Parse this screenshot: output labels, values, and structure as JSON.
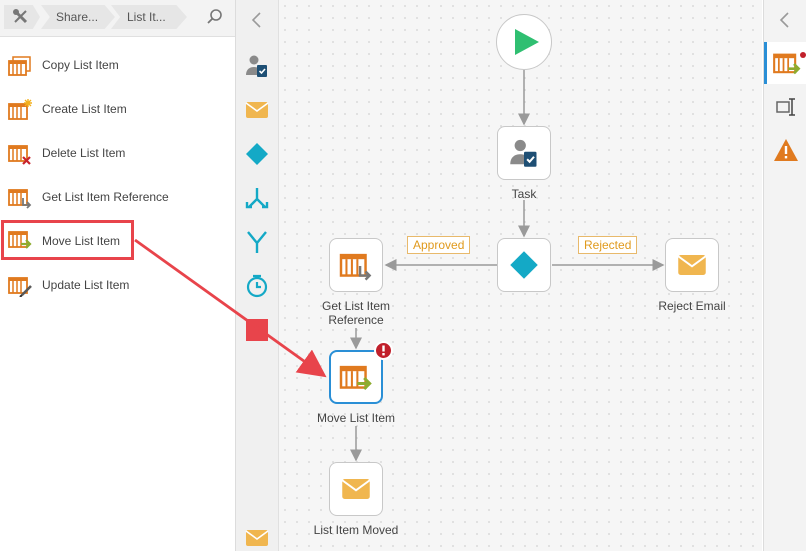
{
  "breadcrumb": {
    "segments": [
      "Share...",
      "List It..."
    ]
  },
  "actions_panel": {
    "items": [
      {
        "label": "Copy List Item",
        "icon": "copy-list-item-icon"
      },
      {
        "label": "Create List Item",
        "icon": "create-list-item-icon"
      },
      {
        "label": "Delete List Item",
        "icon": "delete-list-item-icon"
      },
      {
        "label": "Get List Item Reference",
        "icon": "get-list-item-reference-icon"
      },
      {
        "label": "Move List Item",
        "icon": "move-list-item-icon",
        "highlighted": true
      },
      {
        "label": "Update List Item",
        "icon": "update-list-item-icon"
      }
    ]
  },
  "toolbox": {
    "items": [
      "task-icon",
      "email-icon",
      "decision-icon",
      "split-icon",
      "merge-icon",
      "timer-icon",
      "stop-icon",
      "email-icon"
    ]
  },
  "workflow": {
    "nodes": {
      "task": "Task",
      "get_ref": "Get List Item Reference",
      "reject_email": "Reject Email",
      "move_item": "Move List Item",
      "moved_email": "List Item Moved"
    },
    "branches": {
      "approved": "Approved",
      "rejected": "Rejected"
    }
  },
  "colors": {
    "accent_orange": "#e07a1f",
    "teal": "#14a9c6",
    "green_start": "#2fbf71",
    "highlight_red": "#e8444b",
    "selected_blue": "#2a8fd6"
  }
}
